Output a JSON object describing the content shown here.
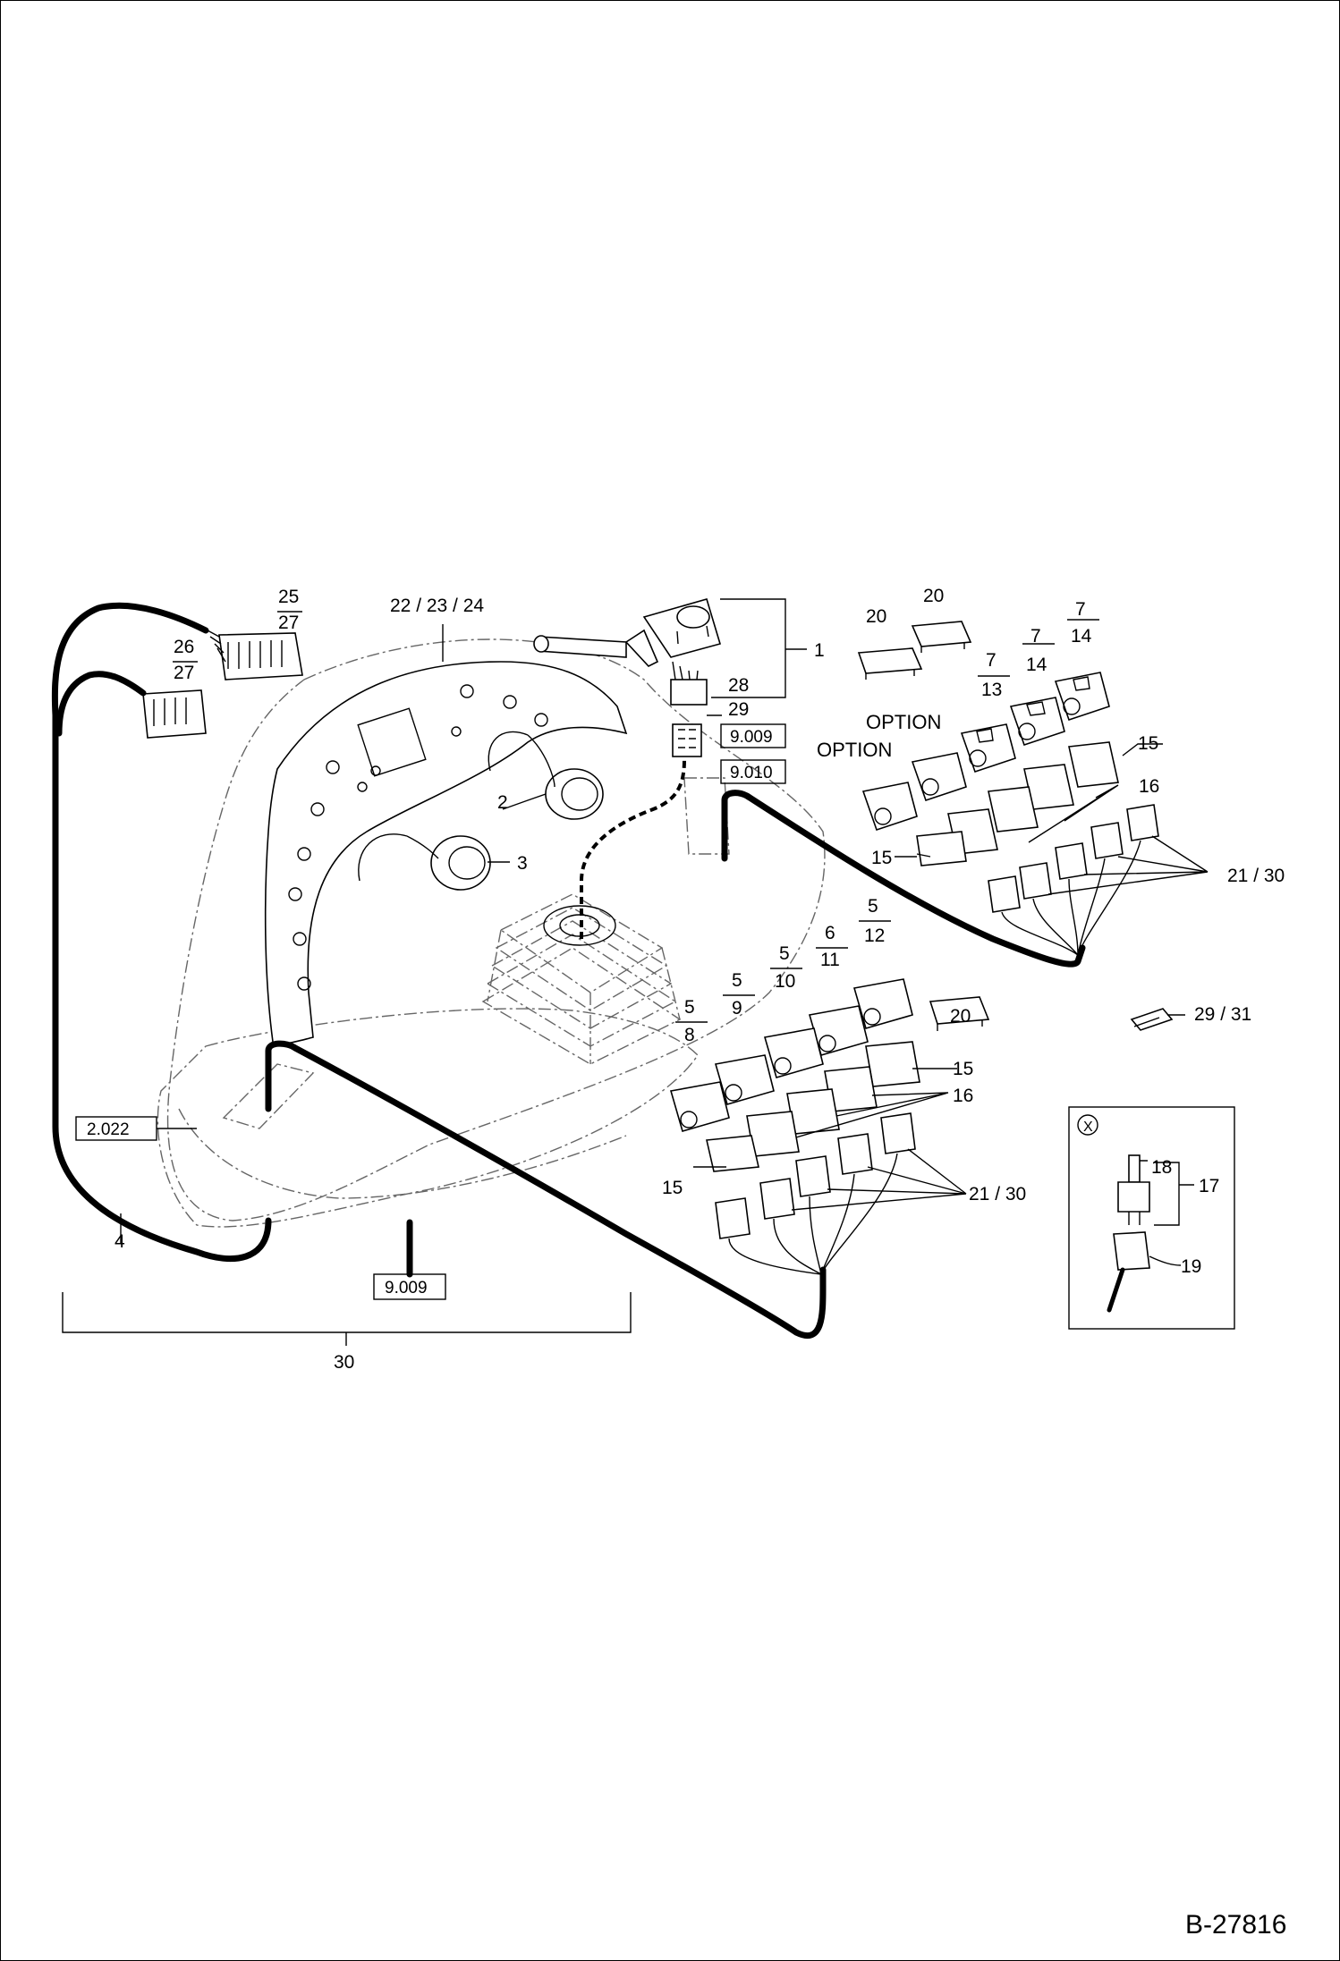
{
  "drawing_number": "B-27816",
  "labels": {
    "l1": "1",
    "l2": "2",
    "l3": "3",
    "l4": "4",
    "l22_24": "22 / 23 / 24",
    "l25": "25",
    "l27a": "27",
    "l26": "26",
    "l27b": "27",
    "l28": "28",
    "l29": "29",
    "l20a": "20",
    "l20b": "20",
    "l20c": "20",
    "l7a": "7",
    "l13": "13",
    "l7b": "7",
    "l14a": "14",
    "l7c": "7",
    "l14b": "14",
    "option_a": "OPTION",
    "option_b": "OPTION",
    "l15a": "15",
    "l16a": "16",
    "l15b": "15",
    "l21_30a": "21 / 30",
    "l29_31": "29 / 31",
    "l5a": "5",
    "l12": "12",
    "l6": "6",
    "l11": "11",
    "l5b": "5",
    "l10": "10",
    "l5c": "5",
    "l9": "9",
    "l5d": "5",
    "l8": "8",
    "l15c": "15",
    "l16b": "16",
    "l15d": "15",
    "l21_30b": "21 / 30",
    "l18": "18",
    "l17": "17",
    "l19": "19",
    "l30": "30"
  },
  "references": {
    "ref_9009_top": "9.009",
    "ref_9010": "9.010",
    "ref_2022": "2.022",
    "ref_9009_bottom": "9.009"
  },
  "detail_marker": "X"
}
